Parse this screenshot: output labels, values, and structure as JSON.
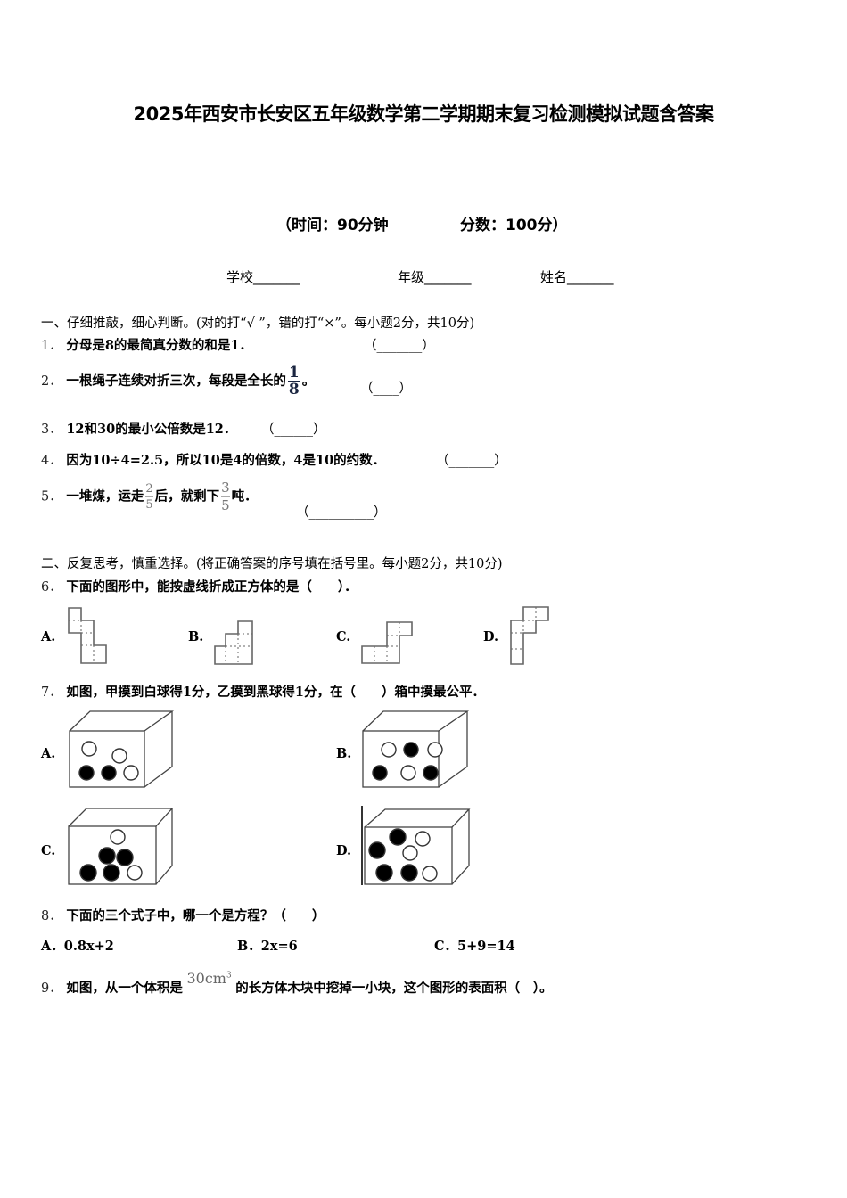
{
  "document": {
    "title": "2025年西安市长安区五年级数学第二学期期末复习检测模拟试题含答案",
    "time_label": "（时间：90分钟",
    "score_label": "分数：100分）",
    "fields": [
      {
        "label": "学校",
        "blank": "_______"
      },
      {
        "label": "年级",
        "blank": "_______"
      },
      {
        "label": "姓名",
        "blank": "_______"
      }
    ]
  },
  "section1": {
    "heading": "一、仔细推敲，细心判断。(对的打“√ ”，错的打“×”。每小题2分，共10分)",
    "questions": [
      {
        "num": "1．",
        "text": "分母是8的最简真分数的和是1．",
        "blank": "（_______）"
      },
      {
        "num": "2．",
        "text_before": "一根绳子连续对折三次，每段是全长的",
        "frac_num": "1",
        "frac_den": "8",
        "text_after": "。",
        "blank": "（____）"
      },
      {
        "num": "3．",
        "text": "12和30的最小公倍数是12．",
        "blank": "（______）"
      },
      {
        "num": "4．",
        "text": "因为10÷4=2.5，所以10是4的倍数，4是10的约数．",
        "blank": "（_______）"
      },
      {
        "num": "5．",
        "text_a": "一堆煤，运走",
        "frac1_num": "2",
        "frac1_den": "5",
        "text_b": "后，就剩下",
        "frac2_num": "3",
        "frac2_den": "5",
        "text_c": "吨．",
        "blank": "（__________）"
      }
    ]
  },
  "section2": {
    "heading": "二、反复思考，慎重选择。(将正确答案的序号填在括号里。每小题2分，共10分)",
    "q6": {
      "num": "6．",
      "text": "下面的图形中，能按虚线折成正方体的是（　　）．",
      "options": [
        "A.",
        "B.",
        "C.",
        "D."
      ]
    },
    "q7": {
      "num": "7．",
      "text": "如图，甲摸到白球得1分，乙摸到黑球得1分，在（　　）箱中摸最公平．",
      "options": [
        {
          "label": "A.",
          "balls": "3 white, 2 black"
        },
        {
          "label": "B.",
          "balls": "3 white, 3 black"
        },
        {
          "label": "C.",
          "balls": "2 white, 4 black"
        },
        {
          "label": "D.",
          "balls": "3 white, 4 black"
        }
      ]
    },
    "q8": {
      "num": "8．",
      "text": "下面的三个式子中，哪一个是方程？（　　）",
      "options": [
        "A．0.8x+2",
        "B．2x=6",
        "C．5+9=14"
      ]
    },
    "q9": {
      "num": "9．",
      "text_before": "如图，从一个体积是",
      "volume": "30cm",
      "volume_exp": "3",
      "text_after": "的长方体木块中挖掉一小块，这个图形的表面积（　）。"
    }
  },
  "colors": {
    "text": "#000000",
    "fraction_bold": "#1a2540",
    "fraction_light": "#777777",
    "line": "#555555"
  }
}
